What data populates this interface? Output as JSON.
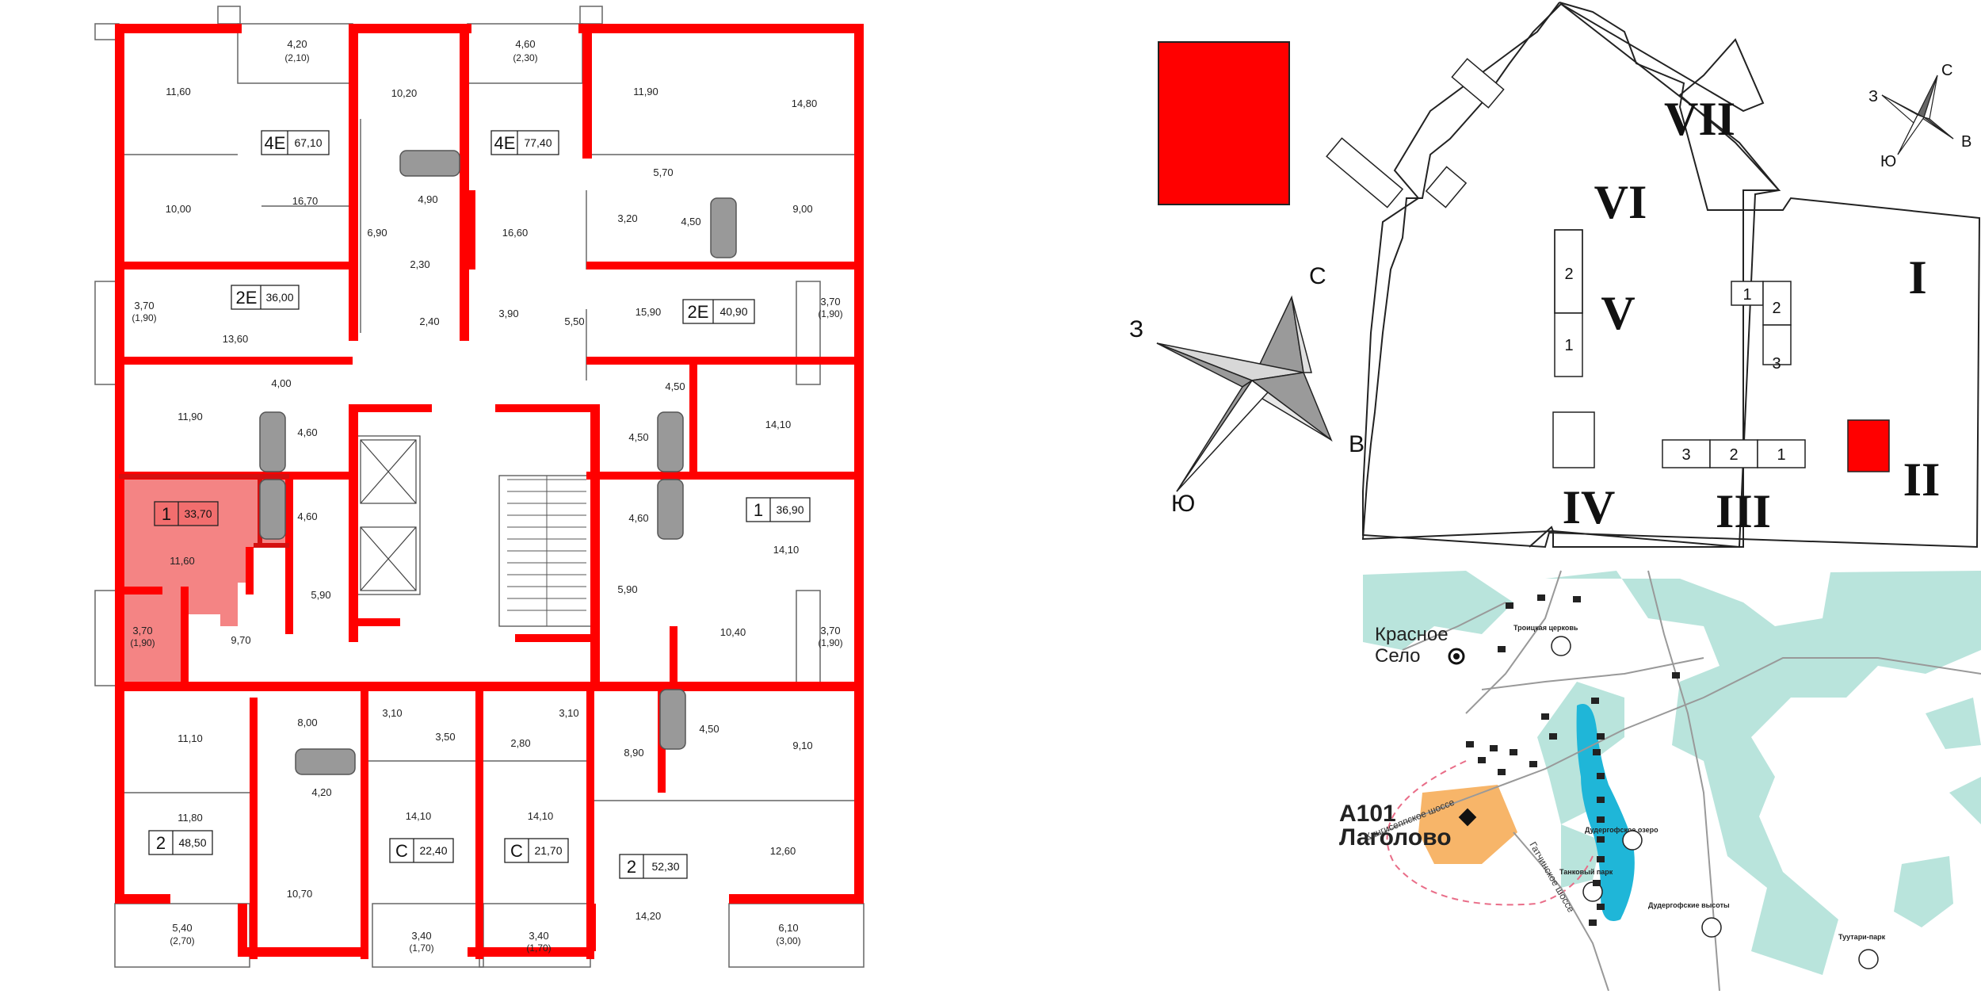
{
  "plan": {
    "rooms": [
      {
        "id": "r1",
        "area": "11,60"
      },
      {
        "id": "r2",
        "area": "10,00"
      },
      {
        "id": "r3",
        "area": "16,70"
      },
      {
        "id": "r4",
        "area": "4,20",
        "sub": "(2,10)"
      },
      {
        "id": "r5",
        "area": "10,20"
      },
      {
        "id": "r6",
        "area": "6,90"
      },
      {
        "id": "r7",
        "area": "4,90"
      },
      {
        "id": "r8",
        "area": "2,30"
      },
      {
        "id": "r9",
        "area": "2,40"
      },
      {
        "id": "r10",
        "area": "4,60",
        "sub": "(2,30)"
      },
      {
        "id": "r11",
        "area": "16,60"
      },
      {
        "id": "r12",
        "area": "3,90"
      },
      {
        "id": "r13",
        "area": "11,90"
      },
      {
        "id": "r14",
        "area": "14,80"
      },
      {
        "id": "r15",
        "area": "5,70"
      },
      {
        "id": "r16",
        "area": "3,20"
      },
      {
        "id": "r17",
        "area": "4,50"
      },
      {
        "id": "r18",
        "area": "9,00"
      },
      {
        "id": "r19",
        "area": "3,70",
        "sub": "(1,90)"
      },
      {
        "id": "r20",
        "area": "13,60"
      },
      {
        "id": "r21",
        "area": "5,50"
      },
      {
        "id": "r22",
        "area": "15,90"
      },
      {
        "id": "r23",
        "area": "3,70",
        "sub": "(1,90)"
      },
      {
        "id": "r24",
        "area": "4,00"
      },
      {
        "id": "r25",
        "area": "11,90"
      },
      {
        "id": "r26",
        "area": "4,60"
      },
      {
        "id": "r27",
        "area": "4,50"
      },
      {
        "id": "r28",
        "area": "4,50"
      },
      {
        "id": "r29",
        "area": "14,10"
      },
      {
        "id": "r30",
        "area": "4,60"
      },
      {
        "id": "r31",
        "area": "11,60"
      },
      {
        "id": "r32",
        "area": "5,90"
      },
      {
        "id": "r33",
        "area": "4,60"
      },
      {
        "id": "r34",
        "area": "14,10"
      },
      {
        "id": "r35",
        "area": "5,90"
      },
      {
        "id": "r36",
        "area": "3,70",
        "sub": "(1,90)"
      },
      {
        "id": "r37",
        "area": "9,70"
      },
      {
        "id": "r38",
        "area": "10,40"
      },
      {
        "id": "r39",
        "area": "3,70",
        "sub": "(1,90)"
      },
      {
        "id": "r40",
        "area": "11,10"
      },
      {
        "id": "r41",
        "area": "8,00"
      },
      {
        "id": "r42",
        "area": "3,10"
      },
      {
        "id": "r43",
        "area": "3,50"
      },
      {
        "id": "r44",
        "area": "2,80"
      },
      {
        "id": "r45",
        "area": "3,10"
      },
      {
        "id": "r46",
        "area": "8,90"
      },
      {
        "id": "r47",
        "area": "4,50"
      },
      {
        "id": "r48",
        "area": "9,10"
      },
      {
        "id": "r49",
        "area": "11,80"
      },
      {
        "id": "r50",
        "area": "4,20"
      },
      {
        "id": "r51",
        "area": "14,10"
      },
      {
        "id": "r52",
        "area": "14,10"
      },
      {
        "id": "r53",
        "area": "12,60"
      },
      {
        "id": "r54",
        "area": "10,70"
      },
      {
        "id": "r55",
        "area": "14,20"
      },
      {
        "id": "r56",
        "area": "5,40",
        "sub": "(2,70)"
      },
      {
        "id": "r57",
        "area": "3,40",
        "sub": "(1,70)"
      },
      {
        "id": "r58",
        "area": "3,40",
        "sub": "(1,70)"
      },
      {
        "id": "r59",
        "area": "6,10",
        "sub": "(3,00)"
      }
    ],
    "apartments": [
      {
        "id": "a1",
        "type": "4Е",
        "total": "67,10"
      },
      {
        "id": "a2",
        "type": "4Е",
        "total": "77,40"
      },
      {
        "id": "a3",
        "type": "2Е",
        "total": "36,00"
      },
      {
        "id": "a4",
        "type": "2Е",
        "total": "40,90"
      },
      {
        "id": "a5",
        "type": "1",
        "total": "33,70"
      },
      {
        "id": "a6",
        "type": "1",
        "total": "36,90"
      },
      {
        "id": "a7",
        "type": "С",
        "total": "22,40"
      },
      {
        "id": "a8",
        "type": "С",
        "total": "21,70"
      },
      {
        "id": "a9",
        "type": "2",
        "total": "48,50"
      },
      {
        "id": "a10",
        "type": "2",
        "total": "52,30"
      }
    ]
  },
  "compass_large": {
    "n": "С",
    "e": "В",
    "s": "Ю",
    "w": "З"
  },
  "compass_small": {
    "n": "С",
    "e": "В",
    "s": "Ю",
    "w": "З"
  },
  "site_plan": {
    "buildings": [
      "I",
      "II",
      "III",
      "IV",
      "V",
      "VI",
      "VII"
    ],
    "sections": {
      "b1": [
        "1",
        "2",
        "3"
      ],
      "b3": [
        "3",
        "2",
        "1"
      ],
      "b5": [
        "2",
        "1"
      ]
    },
    "highlight_color": "#ff0000"
  },
  "map": {
    "labels": {
      "city": "Красное\nСело",
      "city_l1": "Красное",
      "city_l2": "Село",
      "project_l1": "А101",
      "project_l2": "Лаголово",
      "road1": "Кингисеппское шоссе",
      "road2": "Гатчинское шоссе",
      "church": "Троицкая церковь",
      "lake": "Дудергофское озеро",
      "tank_park": "Танковый парк",
      "heights": "Дудергофские высоты",
      "tuutari": "Туутари-парк"
    },
    "colors": {
      "green": "#b9e4dc",
      "water": "#1fb6d8",
      "project": "#f7b569"
    }
  },
  "highlight_color": "#ff0000"
}
